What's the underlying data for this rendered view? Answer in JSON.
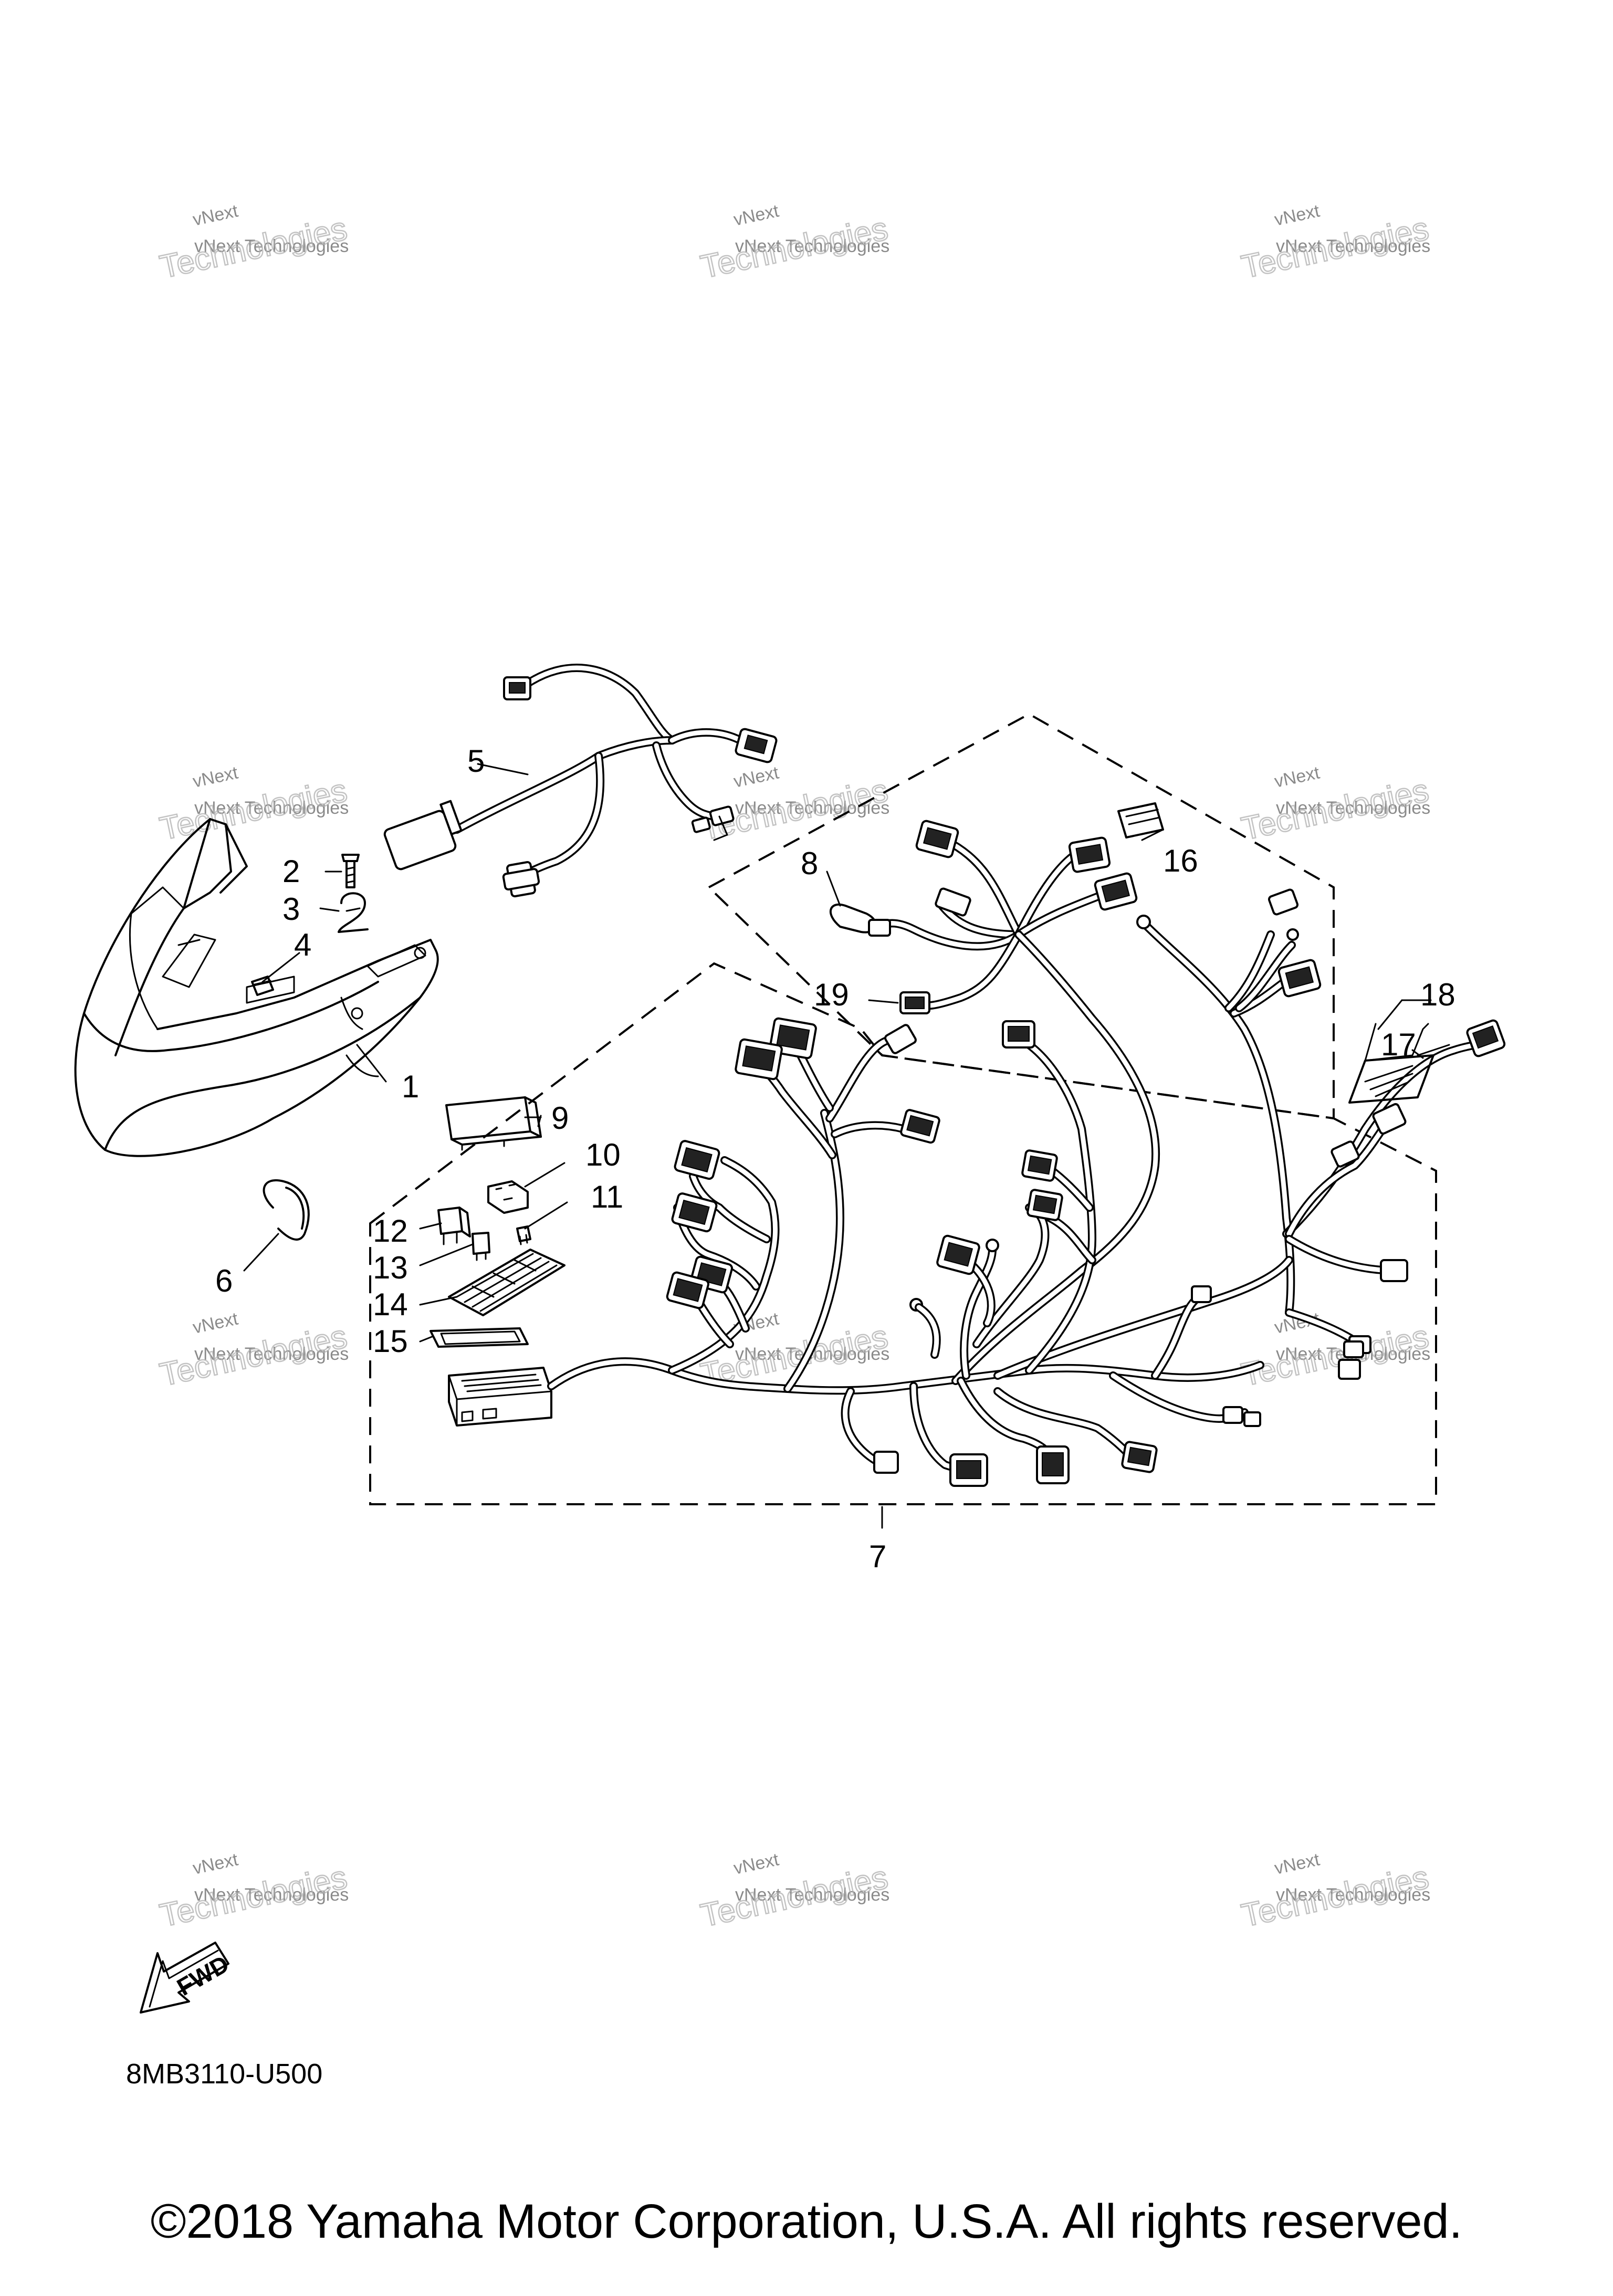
{
  "diagram": {
    "callouts": [
      {
        "id": "1",
        "label": "1"
      },
      {
        "id": "2",
        "label": "2"
      },
      {
        "id": "3",
        "label": "3"
      },
      {
        "id": "4",
        "label": "4"
      },
      {
        "id": "5",
        "label": "5"
      },
      {
        "id": "6",
        "label": "6"
      },
      {
        "id": "7",
        "label": "7"
      },
      {
        "id": "8",
        "label": "8"
      },
      {
        "id": "9",
        "label": "9"
      },
      {
        "id": "10",
        "label": "10"
      },
      {
        "id": "11",
        "label": "11"
      },
      {
        "id": "12",
        "label": "12"
      },
      {
        "id": "13",
        "label": "13"
      },
      {
        "id": "14",
        "label": "14"
      },
      {
        "id": "15",
        "label": "15"
      },
      {
        "id": "16",
        "label": "16"
      },
      {
        "id": "17",
        "label": "17"
      },
      {
        "id": "18",
        "label": "18"
      },
      {
        "id": "19",
        "label": "19"
      }
    ],
    "fwd_label": "FWD",
    "drawing_code": "8MB3110-U500"
  },
  "watermark": {
    "line1": "vNext",
    "line2": "vNext Technologies",
    "line3": "Technologies"
  },
  "footer": {
    "copyright": "©2018 Yamaha Motor Corporation, U.S.A. All rights reserved."
  }
}
